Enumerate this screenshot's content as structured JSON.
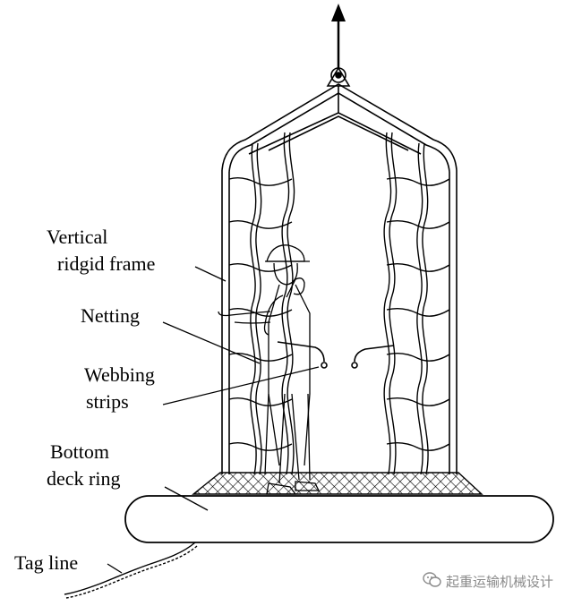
{
  "labels": {
    "vertical_frame_line1": "Vertical",
    "vertical_frame_line2": "ridgid frame",
    "netting": "Netting",
    "webbing_line1": "Webbing",
    "webbing_line2": "strips",
    "bottom_ring_line1": "Bottom",
    "bottom_ring_line2": "deck ring",
    "tag_line": "Tag line"
  },
  "watermark": {
    "text": "起重运输机械设计",
    "icon": "wechat-icon"
  },
  "colors": {
    "ink": "#000000",
    "watermark": "#8a8a8a"
  }
}
